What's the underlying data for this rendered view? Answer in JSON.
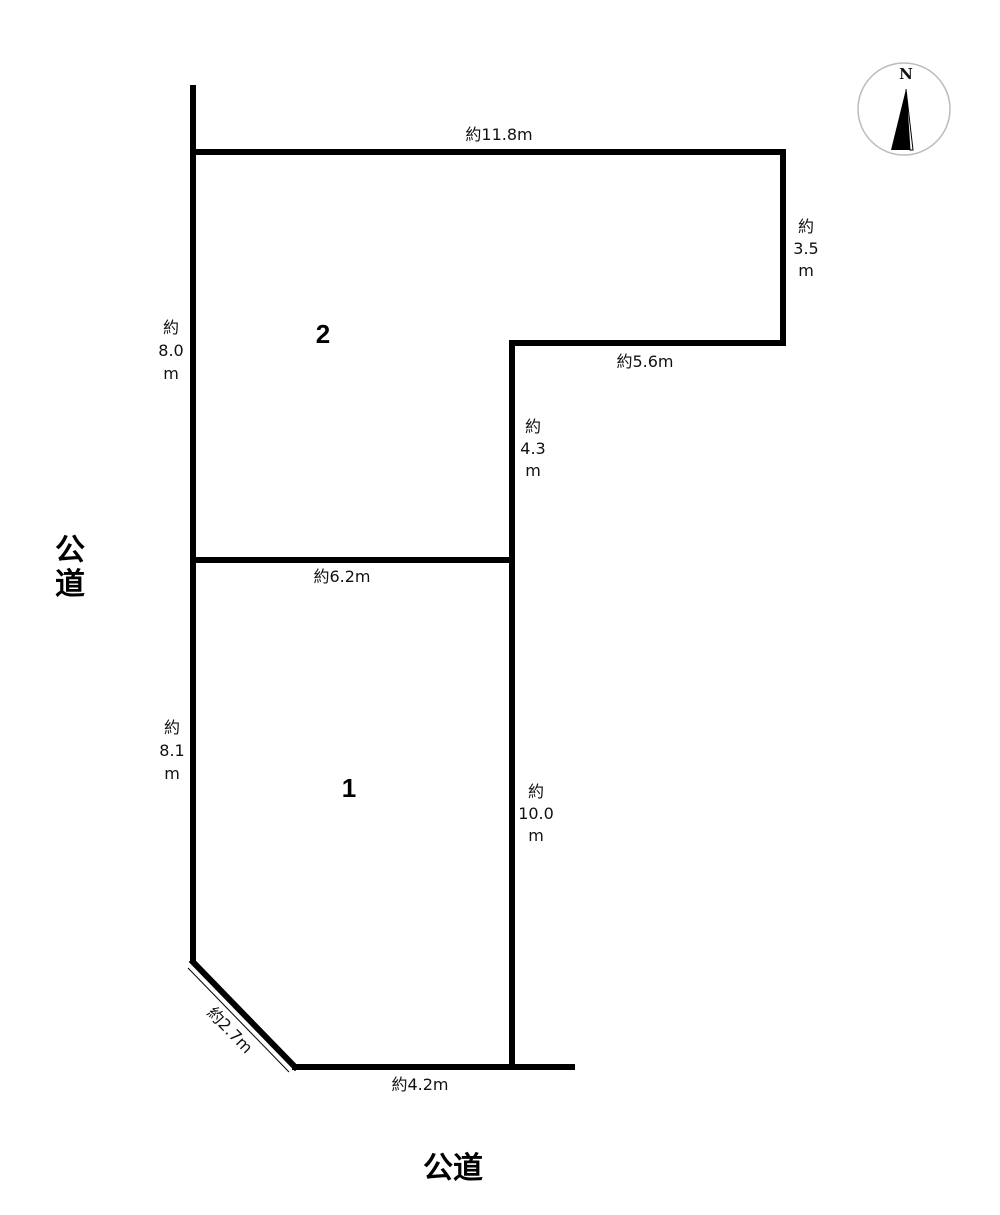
{
  "compass": {
    "label": "N",
    "icon": "north-arrow-icon"
  },
  "lots": [
    {
      "id": "2",
      "label": "2"
    },
    {
      "id": "1",
      "label": "1"
    }
  ],
  "dimensions": {
    "top": "約11.8m",
    "right_short": [
      "約",
      "3.5",
      "m"
    ],
    "inner_horizontal": "約5.6m",
    "left_upper": [
      "約",
      "8.0",
      "m"
    ],
    "inner_vertical_upper": [
      "約",
      "4.3",
      "m"
    ],
    "divider": "約6.2m",
    "left_lower": [
      "約",
      "8.1",
      "m"
    ],
    "right_lower": [
      "約",
      "10.0",
      "m"
    ],
    "diagonal": "約2.7m",
    "bottom": "約4.2m"
  },
  "roads": {
    "west": [
      "公",
      "道"
    ],
    "south": "公道"
  },
  "colors": {
    "line": "#000000",
    "background": "#ffffff",
    "compass_circle": "#bbbbbb"
  }
}
